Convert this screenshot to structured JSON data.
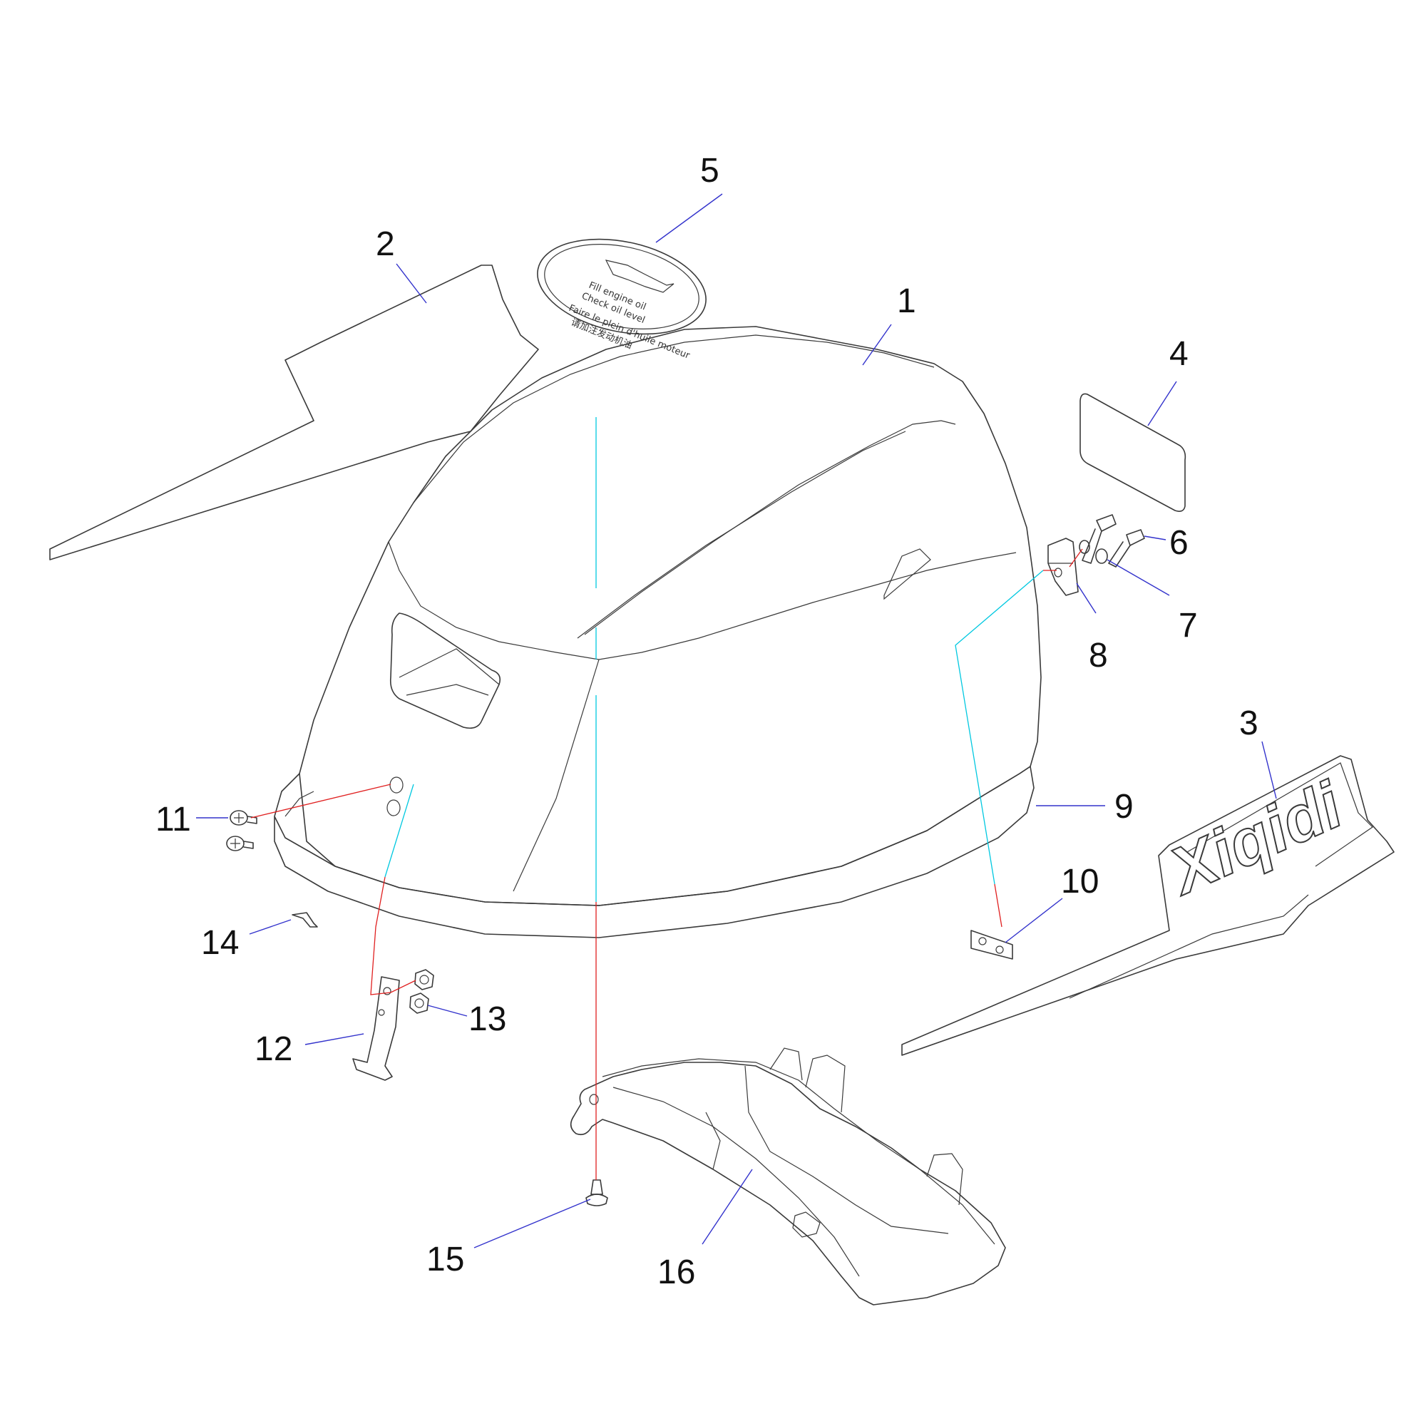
{
  "diagram": {
    "brand_text": "Xiqidi",
    "decal_lines": [
      "Fill engine oil",
      "Check oil level",
      "Faire le plein d'huile moteur",
      "请加注发动机油"
    ],
    "callouts": [
      "1",
      "2",
      "3",
      "4",
      "5",
      "6",
      "7",
      "8",
      "9",
      "10",
      "11",
      "12",
      "13",
      "14",
      "15",
      "16"
    ]
  },
  "colors": {
    "outline": "#3a3a3a",
    "leader": "#3333cc",
    "assembly_red": "#e02020",
    "assembly_cyan": "#00c8e0"
  }
}
